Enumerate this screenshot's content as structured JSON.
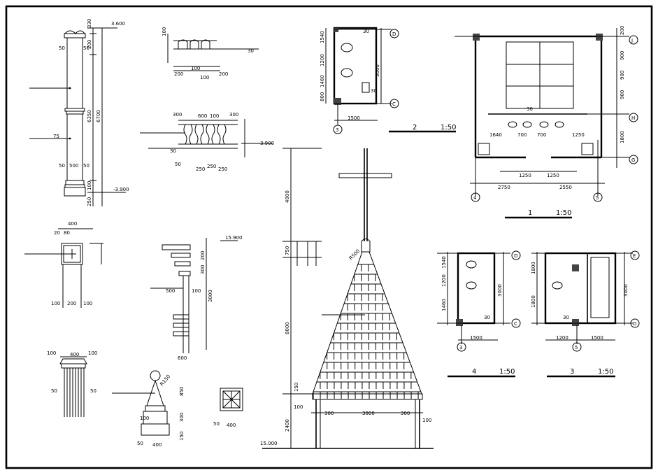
{
  "drawing": {
    "column": {
      "top_elev": "3.600",
      "bottom_elev": "-3.900",
      "pos": "330",
      "d_50a": "50",
      "d_50b": "50",
      "d_200": "200",
      "d_6350": "6350",
      "d_6700": "6700",
      "d_75": "75",
      "d_50c": "50",
      "d_500": "500",
      "d_50d": "50",
      "d_100": "100",
      "d_250": "250"
    },
    "cornice_a": {
      "d_100": "100",
      "d_30": "30",
      "d_200a": "200",
      "d_100b": "100",
      "d_100c": "100",
      "d_200b": "200"
    },
    "balustrade": {
      "d_300a": "300",
      "d_600": "600",
      "d_100": "100",
      "d_300b": "300",
      "d_30": "30",
      "elev": "3.900",
      "d_50": "50",
      "d_250a": "250",
      "d_250b": "250",
      "d_250c": "250"
    },
    "pier": {
      "d_400": "400",
      "d_20a": "20",
      "d_80": "80",
      "d_100a": "100",
      "d_200": "200",
      "d_100b": "100"
    },
    "base": {
      "d_100a": "100",
      "d_400": "400",
      "d_100b": "100",
      "d_50a": "50",
      "d_50b": "50"
    },
    "stepped": {
      "elev": "15.900",
      "d_200": "200",
      "d_300": "300",
      "d_500": "500",
      "d_100": "100",
      "d_3000": "3000",
      "d_600": "600"
    },
    "orb": {
      "d_r": "R150",
      "d_850": "850",
      "d_300": "300",
      "d_150": "150",
      "d_100": "100",
      "d_400": "400",
      "d_50": "50"
    },
    "vent": {
      "d_50": "50",
      "d_400": "400"
    },
    "spire": {
      "h_4000": "4000",
      "h_750": "750",
      "h_8000": "8000",
      "h_2400": "2400",
      "d_r": "R500",
      "d_300a": "300",
      "d_3800": "3800",
      "d_300b": "300",
      "d_100a": "100",
      "d_100b": "100",
      "d_150": "150",
      "elev": "15.000"
    },
    "plan2": {
      "grid_top": "D",
      "grid_bottom": "C",
      "grid_left": "3",
      "d_1540": "1540",
      "d_1200": "1200",
      "d_1460": "1460",
      "d_800": "800",
      "d_3000": "3000",
      "d_1500": "1500",
      "d_30a": "30",
      "d_30b": "30",
      "label_num": "2",
      "label_scale": "1:50"
    },
    "plan1": {
      "grid_j": "J",
      "grid_h": "H",
      "grid_g": "G",
      "grid_4": "4",
      "grid_5": "5",
      "d_2750": "2750",
      "d_2550": "2550",
      "d_1250a": "1250",
      "d_1250b": "1250",
      "d_1640": "1640",
      "d_700a": "700",
      "d_700b": "700",
      "d_1250c": "1250",
      "d_900a": "900",
      "d_900b": "900",
      "d_900c": "900",
      "d_1800": "1800",
      "d_200": "200",
      "d_30": "30",
      "label_num": "1",
      "label_scale": "1:50"
    },
    "plan4": {
      "grid_top": "D",
      "grid_bottom": "C",
      "grid_left": "3",
      "d_1540": "1540",
      "d_1460": "1460",
      "d_1200": "1200",
      "d_3000": "3000",
      "d_1500": "1500",
      "d_30": "30",
      "label_num": "4",
      "label_scale": "1:50"
    },
    "plan3": {
      "grid_top": "E",
      "grid_bottom": "D",
      "grid_left": "5",
      "d_1500": "1500",
      "d_1800a": "1800",
      "d_1800b": "1800",
      "d_3000": "3000",
      "d_1200": "1200",
      "d_30": "30",
      "label_num": "3",
      "label_scale": "1:50"
    }
  }
}
